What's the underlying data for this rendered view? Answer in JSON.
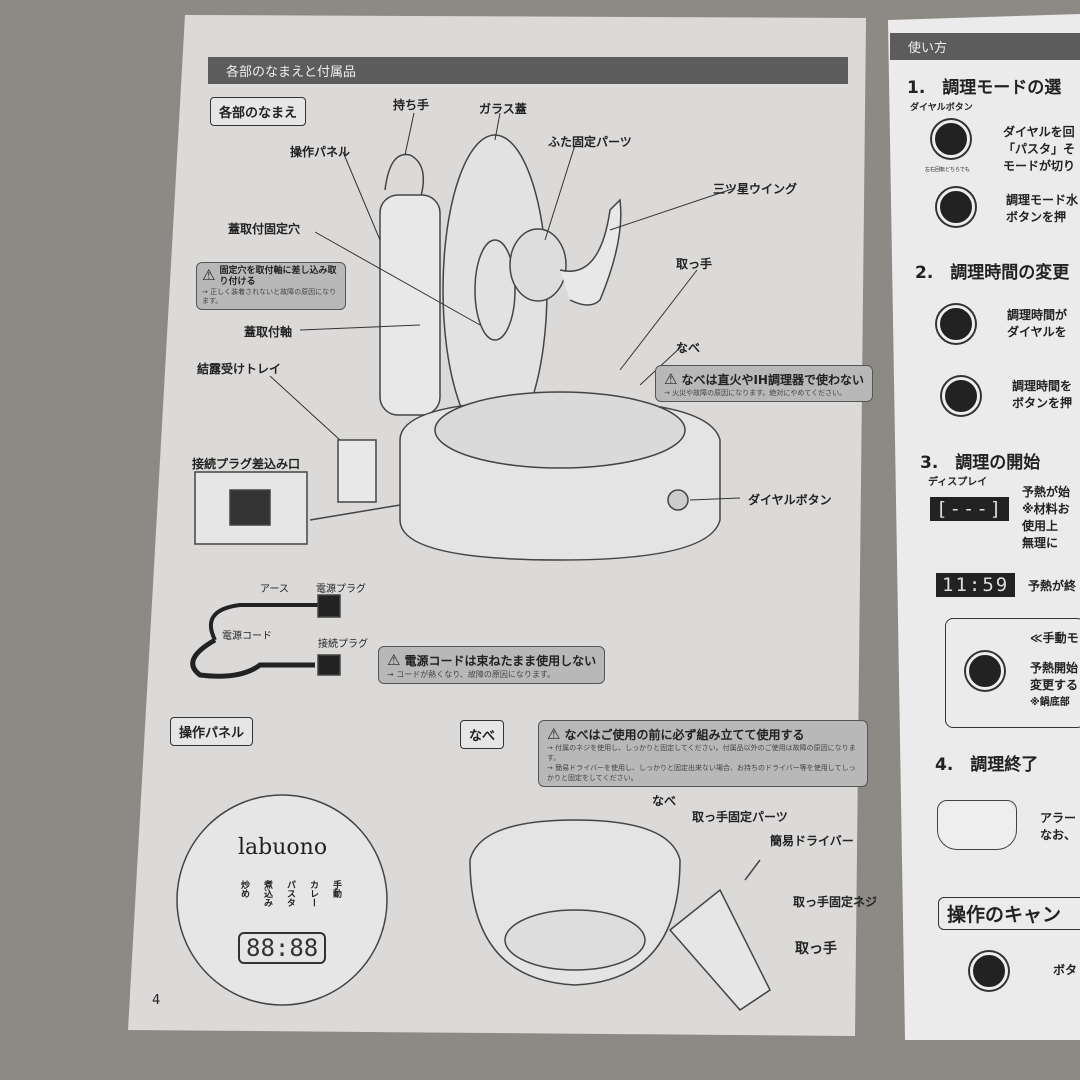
{
  "left_page": {
    "section_title": "各部のなまえと付属品",
    "parts_heading": "各部のなまえ",
    "labels": {
      "handle_top": "持ち手",
      "glass_lid": "ガラス蓋",
      "control_panel": "操作パネル",
      "lid_fix_parts": "ふた固定パーツ",
      "mitsuboshi_wing": "三ツ星ウイング",
      "lid_hole": "蓋取付固定穴",
      "handle": "取っ手",
      "lid_shaft": "蓋取付軸",
      "pot": "なべ",
      "dew_tray": "結露受けトレイ",
      "plug_port": "接続プラグ差込み口",
      "dial_button": "ダイヤルボタン",
      "earth": "アース",
      "power_plug": "電源プラグ",
      "power_cord": "電源コード",
      "connect_plug": "接続プラグ"
    },
    "warn_lid": {
      "title": "固定穴を取付軸に差し込み取り付ける",
      "sub": "→ 正しく装着されないと故障の原因になります。"
    },
    "warn_pot_fire": {
      "title": "なべは直火やIH調理器で使わない",
      "sub": "→ 火災や故障の原因になります。絶対にやめてください。"
    },
    "warn_cord": {
      "title": "電源コードは束ねたまま使用しない",
      "sub": "→ コードが熱くなり、故障の原因になります。"
    },
    "panel_heading": "操作パネル",
    "pot_heading": "なべ",
    "warn_assemble": {
      "title": "なべはご使用の前に必ず組み立てて使用する",
      "sub1": "→ 付属のネジを使用し、しっかりと固定してください。付属品以外のご使用は故障の原因になります。",
      "sub2": "→ 簡易ドライバーを使用し、しっかりと固定出来ない場合、お持ちのドライバー等を使用してしっかりと固定をしてください。"
    },
    "panel": {
      "brand": "labuono",
      "modes": [
        "炒め",
        "煮込み",
        "パスタ",
        "カレー",
        "手動"
      ],
      "display": "88:88"
    },
    "pot_labels": {
      "pot": "なべ",
      "handle_fix": "取っ手固定パーツ",
      "driver": "簡易ドライバー",
      "screw": "取っ手固定ネジ",
      "handle": "取っ手"
    },
    "page_number": "4"
  },
  "right_page": {
    "section_title": "使い方",
    "step1": {
      "title": "1.　調理モードの選",
      "dial_label": "ダイヤルボタン",
      "rotate_note": "左右回転どちらでも",
      "text1": [
        "ダイヤルを回",
        "「パスタ」そ",
        "モードが切り"
      ],
      "text2": [
        "調理モード水",
        "ボタンを押"
      ]
    },
    "step2": {
      "title": "2.　調理時間の変更",
      "text1": [
        "調理時間が",
        "ダイヤルを"
      ],
      "text2": [
        "調理時間を",
        "ボタンを押"
      ]
    },
    "step3": {
      "title": "3.　調理の開始",
      "display_label": "ディスプレイ",
      "display_anim": "[---]",
      "text1": [
        "予熱が始",
        "※材料お",
        "使用上",
        "無理に"
      ],
      "lcd": "11:59",
      "text2": "予熱が終",
      "manual_title": "≪手動モ",
      "manual_text": [
        "予熱開始",
        "変更する",
        "※鍋底部"
      ]
    },
    "step4": {
      "title": "4.　調理終了",
      "text": [
        "アラー",
        "なお、"
      ]
    },
    "cancel": {
      "title": "操作のキャン",
      "text": "ボタ"
    }
  }
}
